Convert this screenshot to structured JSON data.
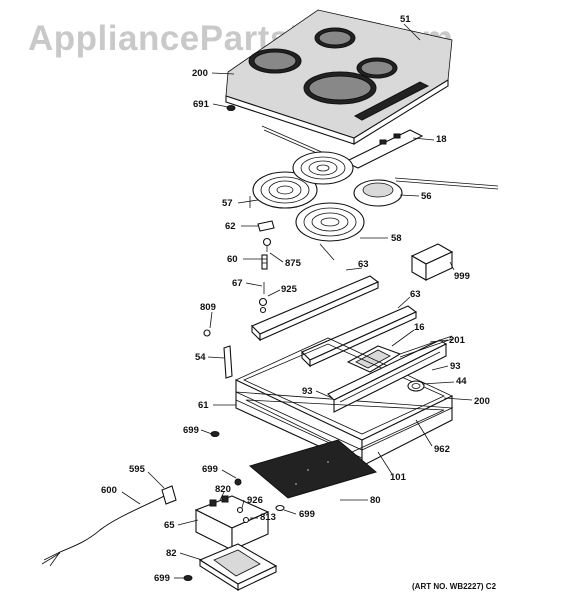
{
  "watermark": "AppliancePartsPros.com",
  "art_number": "(ART NO. WB2227) C2",
  "labels": {
    "l51": "51",
    "l200a": "200",
    "l691": "691",
    "l18": "18",
    "l57": "57",
    "l56": "56",
    "l62": "62",
    "l58": "58",
    "l60": "60",
    "l875": "875",
    "l999": "999",
    "l63a": "63",
    "l67": "67",
    "l925": "925",
    "l63b": "63",
    "l809": "809",
    "l16": "16",
    "l201": "201",
    "l54": "54",
    "l93a": "93",
    "l44": "44",
    "l93b": "93",
    "l200b": "200",
    "l61": "61",
    "l699a": "699",
    "l962": "962",
    "l595": "595",
    "l699b": "699",
    "l101": "101",
    "l600": "600",
    "l820": "820",
    "l926": "926",
    "l80": "80",
    "l813": "813",
    "l699c": "699",
    "l65": "65",
    "l82": "82",
    "l699d": "699"
  }
}
